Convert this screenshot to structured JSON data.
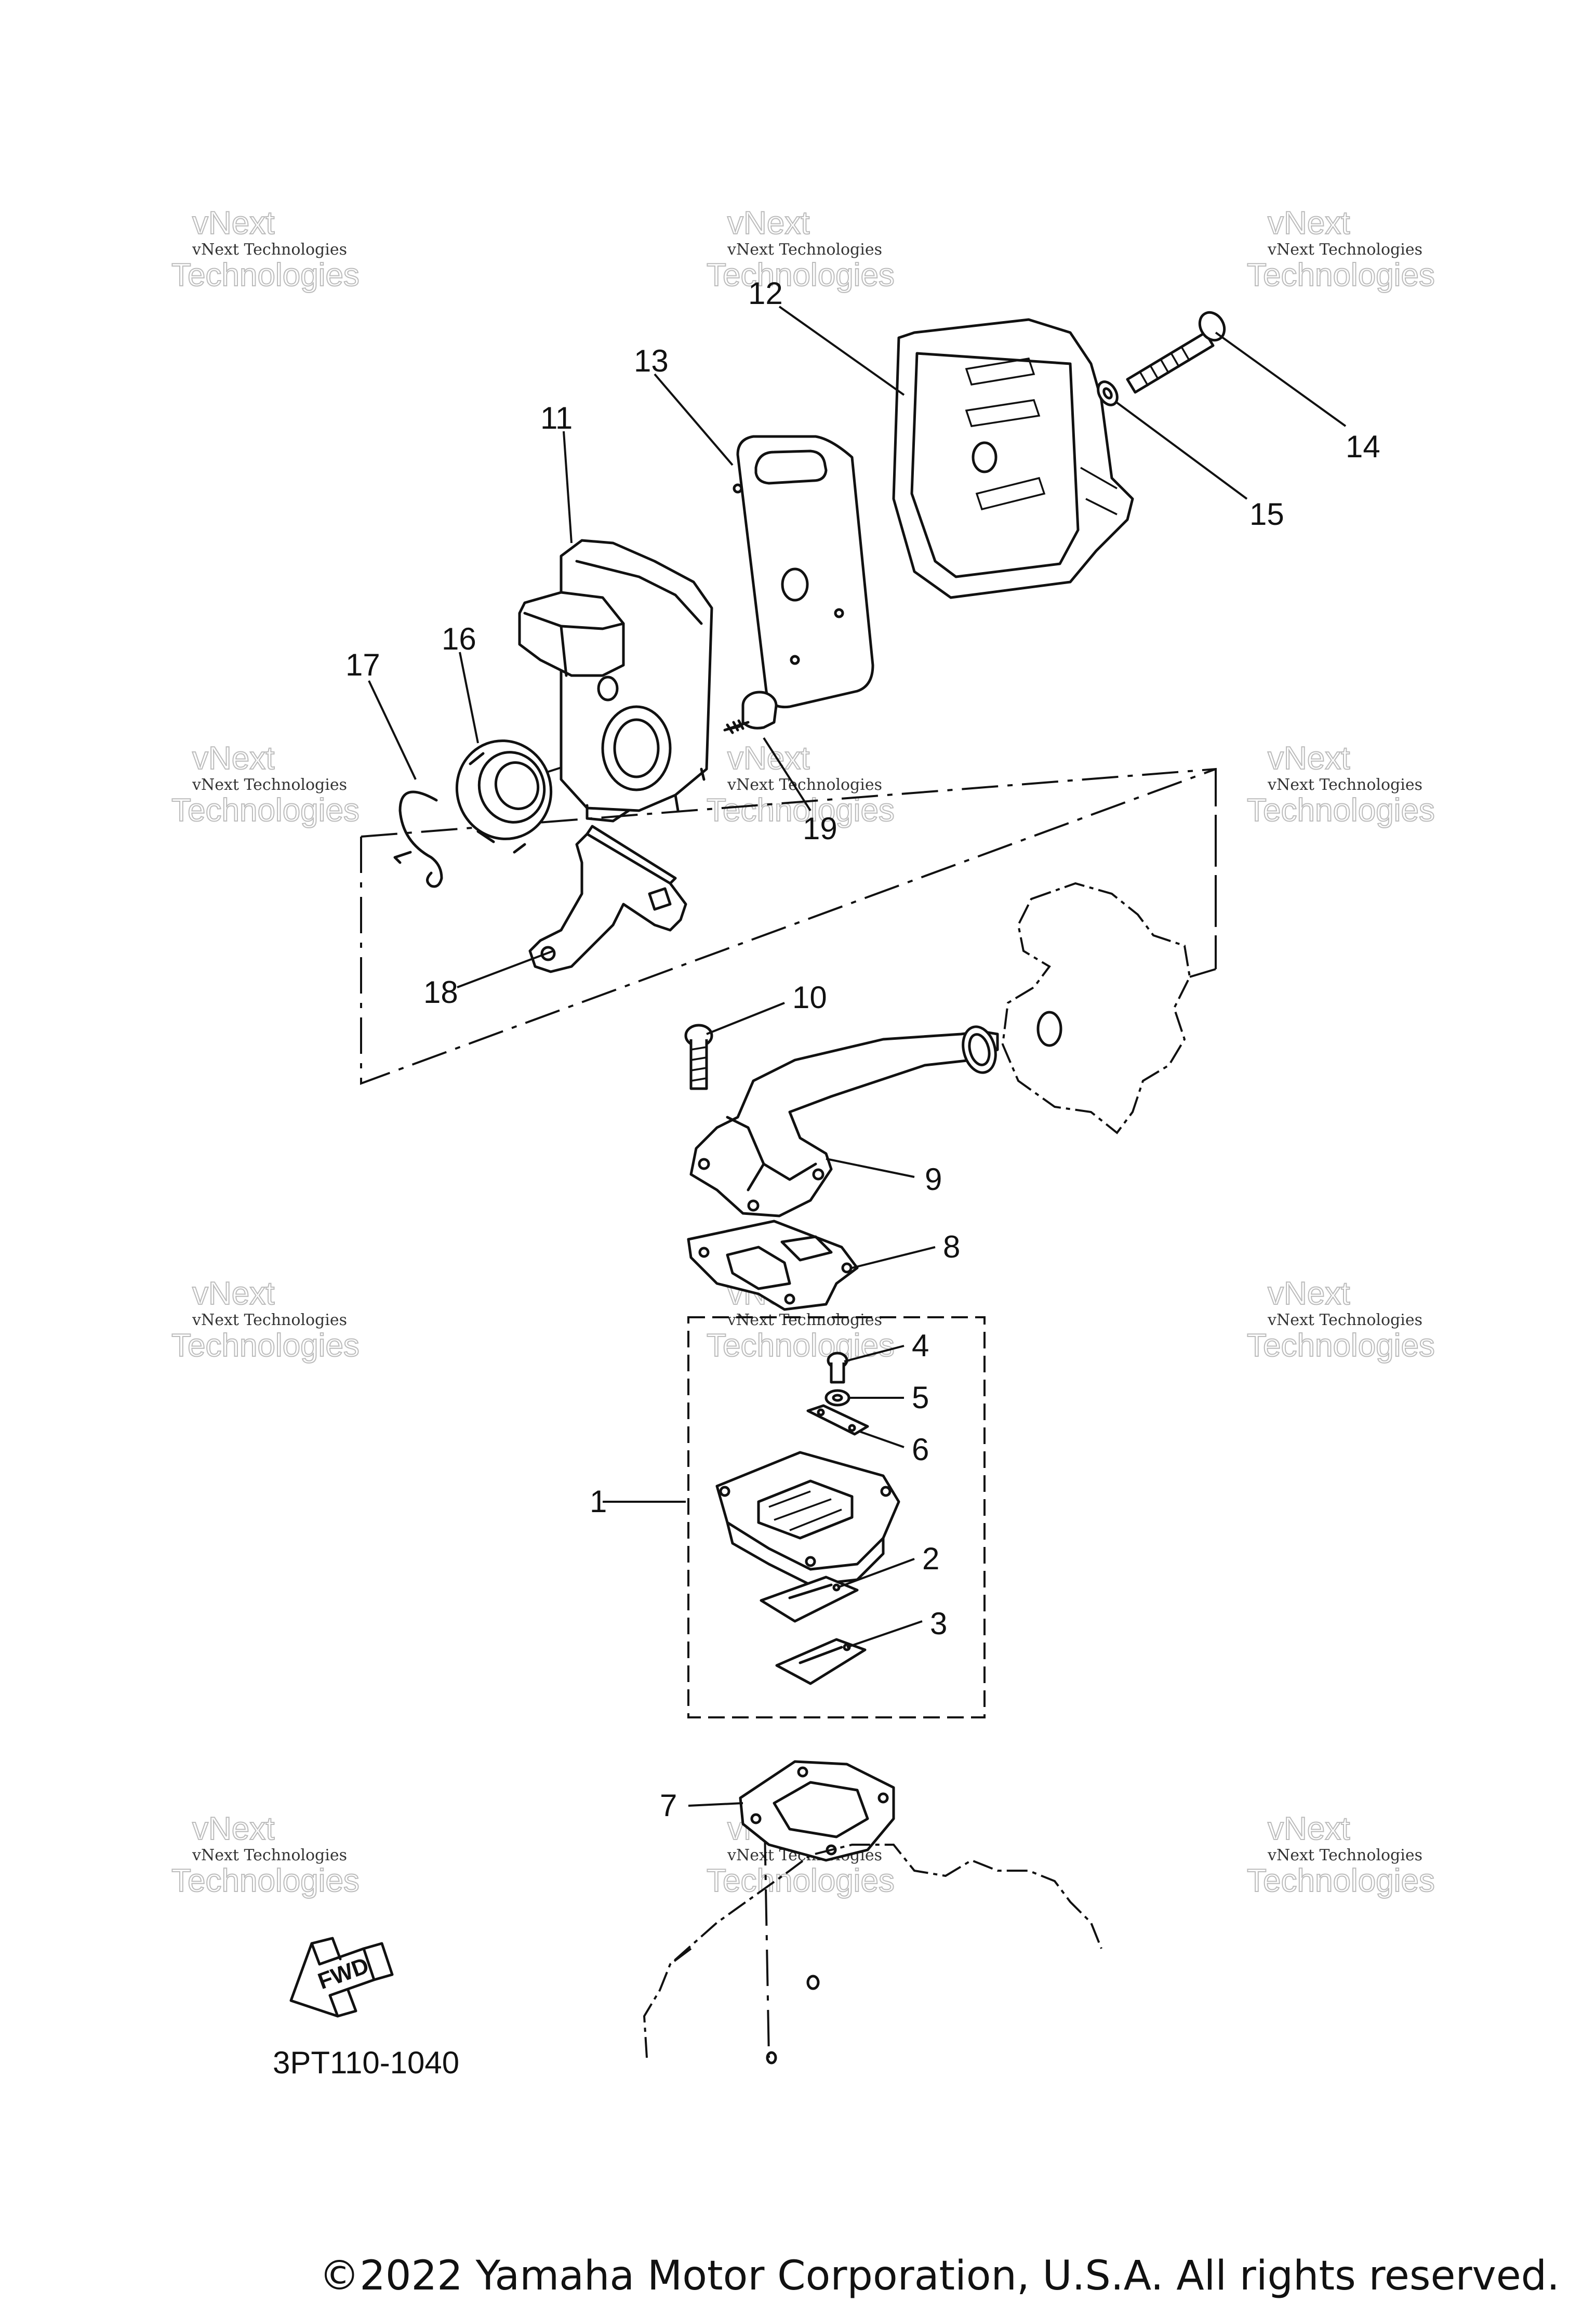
{
  "diagram": {
    "code": "3PT110-1040",
    "fwd_label": "FWD",
    "copyright": "©2022 Yamaha Motor Corporation, U.S.A. All rights reserved.",
    "watermark": {
      "line1": "vNext Technologies",
      "line2": "Technologies",
      "line3": "vNext"
    },
    "parts": [
      {
        "ref": "1"
      },
      {
        "ref": "2"
      },
      {
        "ref": "3"
      },
      {
        "ref": "4"
      },
      {
        "ref": "5"
      },
      {
        "ref": "6"
      },
      {
        "ref": "7"
      },
      {
        "ref": "8"
      },
      {
        "ref": "9"
      },
      {
        "ref": "10"
      },
      {
        "ref": "11"
      },
      {
        "ref": "12"
      },
      {
        "ref": "13"
      },
      {
        "ref": "14"
      },
      {
        "ref": "15"
      },
      {
        "ref": "16"
      },
      {
        "ref": "17"
      },
      {
        "ref": "18"
      },
      {
        "ref": "19"
      }
    ]
  }
}
